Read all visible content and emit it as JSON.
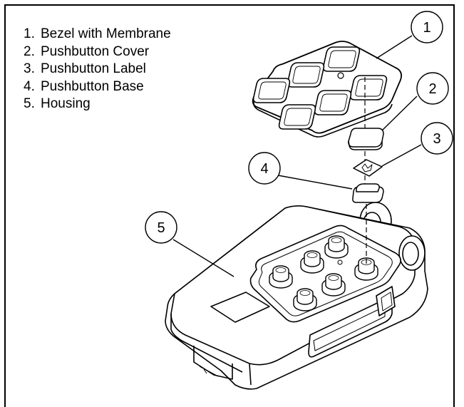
{
  "legend": [
    {
      "number": "1.",
      "label": "Bezel with Membrane"
    },
    {
      "number": "2.",
      "label": "Pushbutton Cover"
    },
    {
      "number": "3.",
      "label": "Pushbutton Label"
    },
    {
      "number": "4.",
      "label": "Pushbutton Base"
    },
    {
      "number": "5.",
      "label": "Housing"
    }
  ],
  "callouts": {
    "c1": "1",
    "c2": "2",
    "c3": "3",
    "c4": "4",
    "c5": "5"
  }
}
